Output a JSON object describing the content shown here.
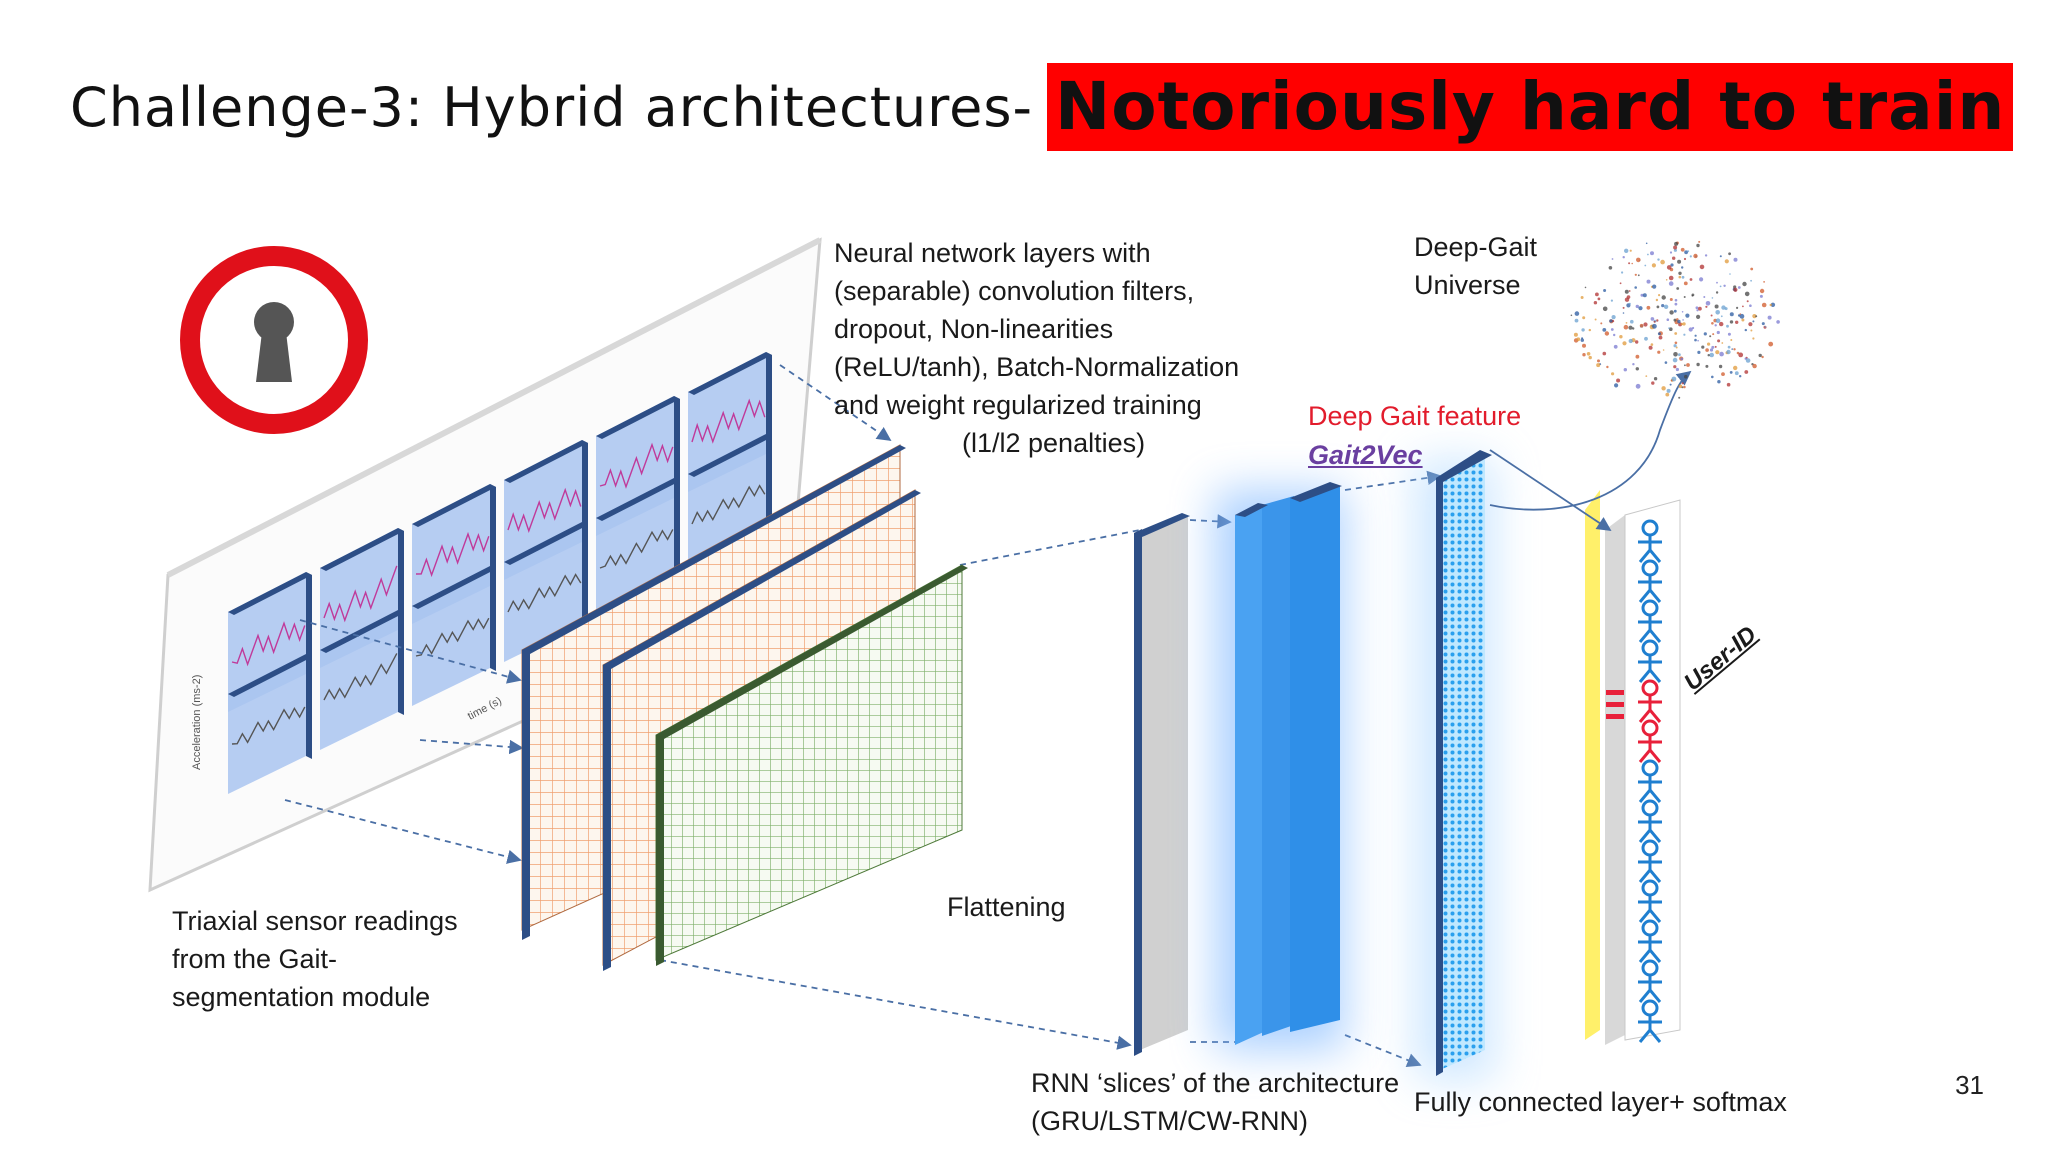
{
  "slide": {
    "title": "Challenge-3: Hybrid architectures-",
    "title_highlight": "Notoriously hard to train",
    "page_number": "31"
  },
  "diagram": {
    "conv_label": [
      "Neural network layers with",
      "(separable) convolution filters,",
      "dropout, Non-linearities",
      "(ReLU/tanh), Batch-Normalization",
      "and weight regularized training",
      "(l1/l2 penalties)"
    ],
    "universe_label": [
      "Deep-Gait",
      "Universe"
    ],
    "feature_label": "Deep Gait feature",
    "feature_name": "Gait2Vec",
    "user_label": "User-ID",
    "sensor_label": [
      "Triaxial sensor readings",
      "from the Gait-",
      "segmentation module"
    ],
    "flatten_label": "Flattening",
    "rnn_label": [
      "RNN ‘slices’ of the architecture",
      "(GRU/LSTM/CW-RNN)"
    ],
    "fc_label": "Fully connected layer+ softmax",
    "plot_axis_y": "Acceleration (ms-2)",
    "plot_axis_x": "time (s)"
  },
  "colors": {
    "highlight": "#ff0000",
    "feature_red": "#e21c2c",
    "rnn_blue": "#2f8fe8",
    "panel_blue": "#a9c4f0",
    "grid_orange": "#f0a070",
    "grid_green": "#7fb06a",
    "icon_red": "#e0101a",
    "user_red": "#e8203a",
    "user_blue": "#1f7fd0"
  }
}
